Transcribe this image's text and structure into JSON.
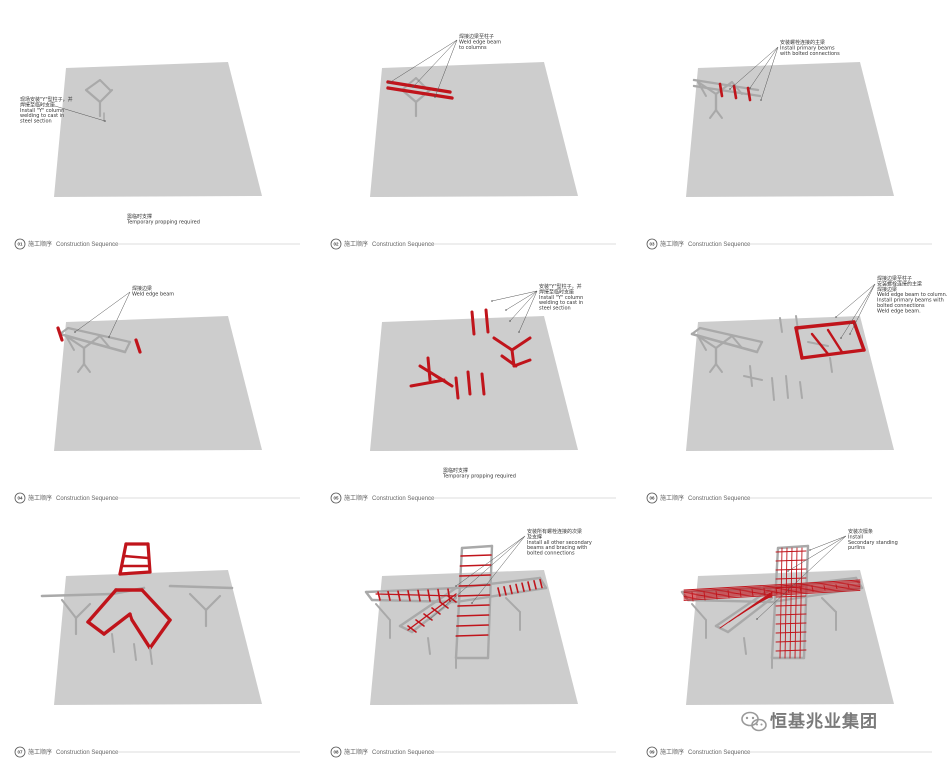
{
  "steps": [
    {
      "number": "01",
      "caption_zh": "施工顺序",
      "caption_en": "Construction Sequence",
      "notes": [
        {
          "lines": [
            "现场安装\"Y\"型柱子，并",
            "焊接至临时支座",
            "Install \"Y\" column",
            "welding to cast in",
            "steel section"
          ]
        },
        {
          "lines": [
            "需临时支撑",
            "Temporary propping required"
          ]
        }
      ]
    },
    {
      "number": "02",
      "caption_zh": "施工顺序",
      "caption_en": "Construction Sequence",
      "notes": [
        {
          "lines": [
            "焊接边梁至柱子",
            "Weld edge beam",
            "to columns"
          ]
        }
      ]
    },
    {
      "number": "03",
      "caption_zh": "施工顺序",
      "caption_en": "Construction Sequence",
      "notes": [
        {
          "lines": [
            "安装螺栓连接的主梁",
            "Install primary beams",
            "with bolted connections"
          ]
        }
      ]
    },
    {
      "number": "04",
      "caption_zh": "施工顺序",
      "caption_en": "Construction Sequence",
      "notes": [
        {
          "lines": [
            "焊接边梁",
            "Weld edge beam"
          ]
        }
      ]
    },
    {
      "number": "05",
      "caption_zh": "施工顺序",
      "caption_en": "Construction Sequence",
      "notes": [
        {
          "lines": [
            "安装\"Y\"型柱子，并",
            "焊接至临时支座",
            "Install \"Y\" column",
            "welding to cast in",
            "steel section"
          ]
        },
        {
          "lines": [
            "需临时支撑",
            "Temporary propping required"
          ]
        }
      ]
    },
    {
      "number": "06",
      "caption_zh": "施工顺序",
      "caption_en": "Construction Sequence",
      "notes": [
        {
          "lines": [
            "焊接边梁至柱子",
            "安装螺栓连接的主梁",
            "焊接边梁",
            "Weld edge beam to column.",
            "Install primary beams with",
            "bolted connections",
            "Weld edge beam."
          ]
        }
      ]
    },
    {
      "number": "07",
      "caption_zh": "施工顺序",
      "caption_en": "Construction Sequence",
      "notes": []
    },
    {
      "number": "08",
      "caption_zh": "施工顺序",
      "caption_en": "Construction Sequence",
      "notes": [
        {
          "lines": [
            "安装所有螺栓连接的次梁",
            "及支撑",
            "Install all other secondary",
            "beams and bracing with",
            "bolted connections"
          ]
        }
      ]
    },
    {
      "number": "09",
      "caption_zh": "施工顺序",
      "caption_en": "Construction Sequence",
      "notes": [
        {
          "lines": [
            "安装次檩条",
            "Install",
            "Secondary standing",
            "purlins"
          ]
        }
      ]
    }
  ],
  "watermark": {
    "text": "恒基兆业集团",
    "icon": "wechat-icon"
  },
  "colors": {
    "plane": "#cdcdcd",
    "new_member": "#c0141b",
    "existing_member": "#a9a9a9",
    "leader": "#555555"
  }
}
